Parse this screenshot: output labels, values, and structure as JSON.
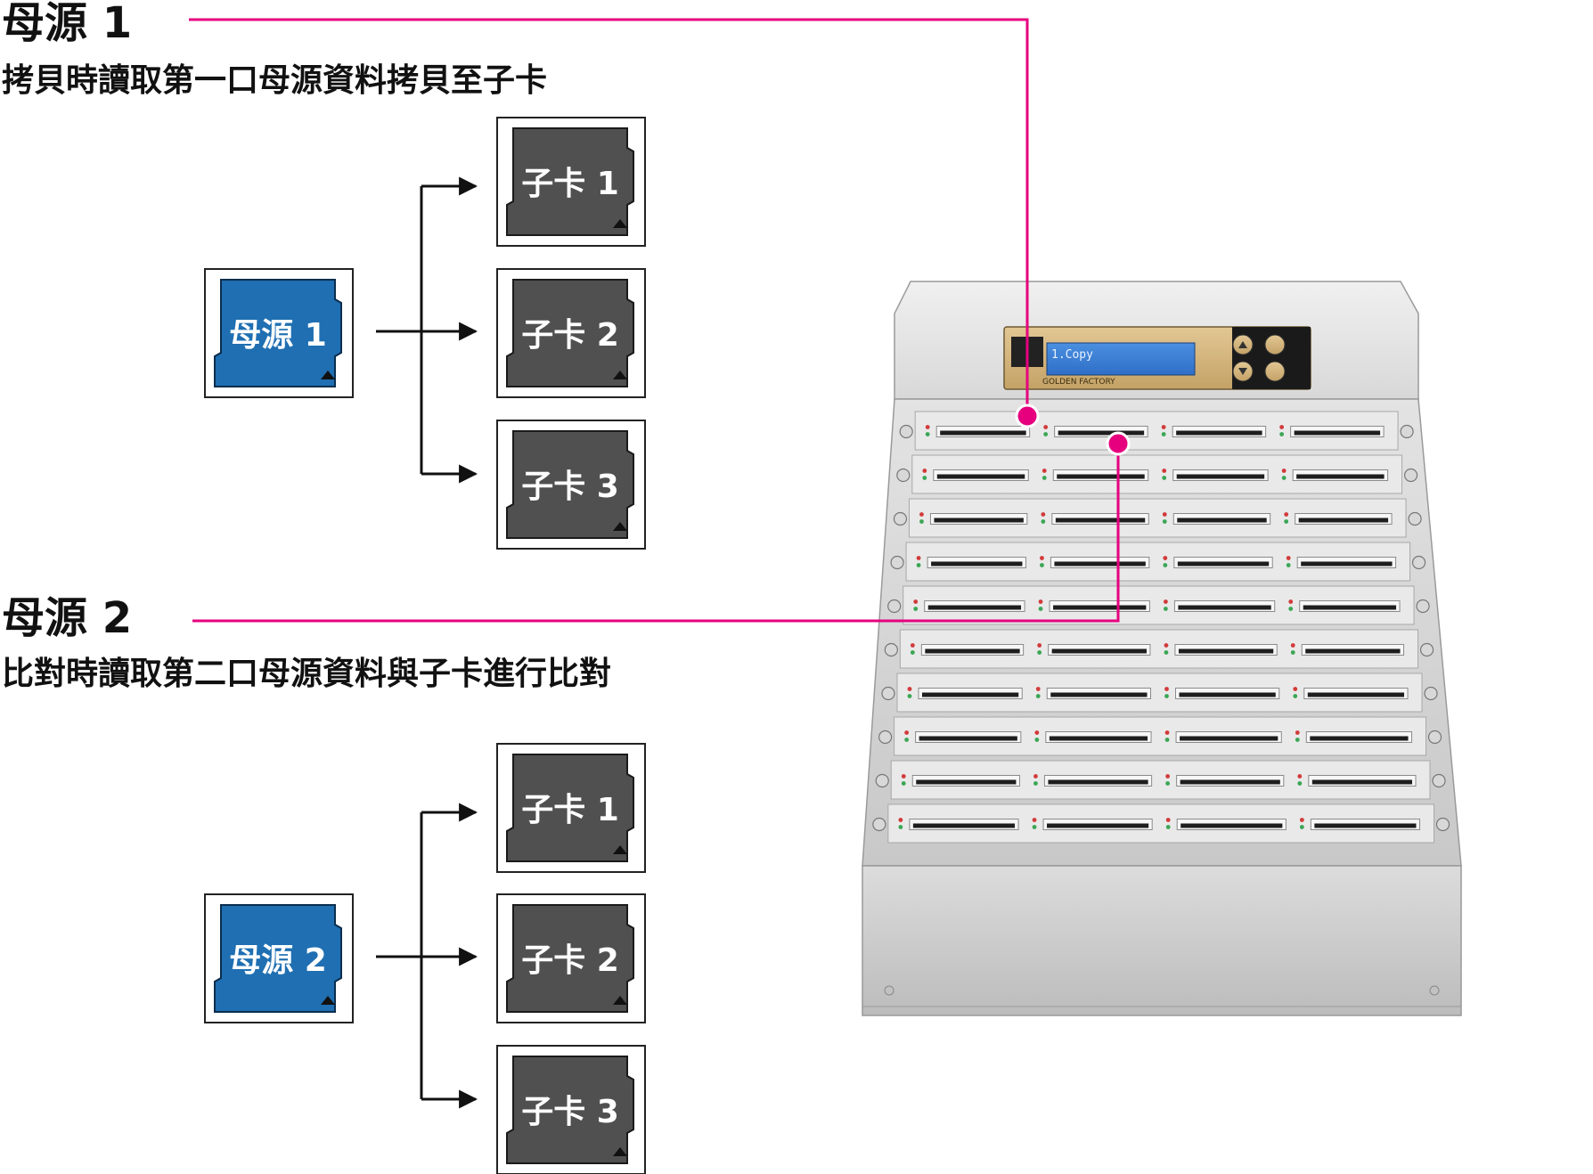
{
  "colors": {
    "accent": "#e6007e",
    "source_card": "#1f6fb2",
    "target_card": "#505050",
    "device_body": "#d4d4d4"
  },
  "sections": [
    {
      "title": "母源 1",
      "description": "拷貝時讀取第一口母源資料拷貝至子卡",
      "source_card": "母源 1",
      "target_cards": [
        "子卡 1",
        "子卡 2",
        "子卡 3"
      ]
    },
    {
      "title": "母源 2",
      "description": "比對時讀取第二口母源資料與子卡進行比對",
      "source_card": "母源 2",
      "target_cards": [
        "子卡 1",
        "子卡 2",
        "子卡 3"
      ]
    }
  ],
  "device": {
    "lcd_text": "1.Copy",
    "brand_text": "GOLDEN FACTORY",
    "button_icons": [
      "up-arrow-icon",
      "ok-icon",
      "down-arrow-icon",
      "esc-icon"
    ],
    "slot_rows": 10,
    "slot_columns": 4
  }
}
